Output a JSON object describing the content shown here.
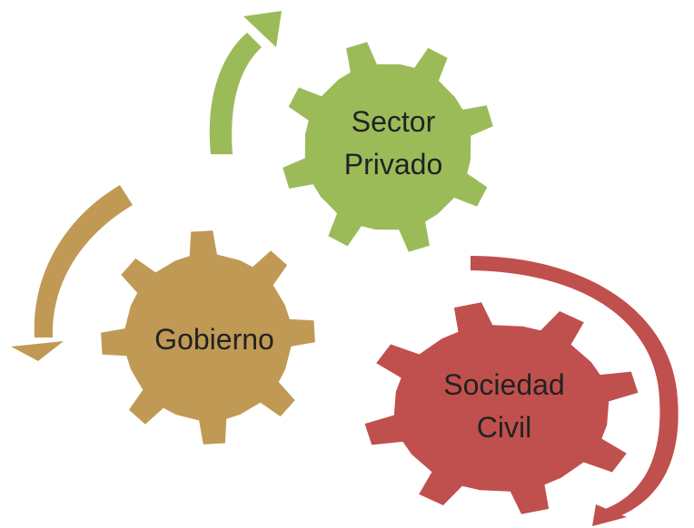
{
  "diagram": {
    "gears": {
      "sector_privado": {
        "lines": [
          "Sector",
          "Privado"
        ],
        "color": "#9BBB59"
      },
      "gobierno": {
        "lines": [
          "Gobierno"
        ],
        "color": "#C09A55"
      },
      "sociedad_civil": {
        "lines": [
          "Sociedad",
          "Civil"
        ],
        "color": "#C0504D"
      }
    },
    "arrows": {
      "green": {
        "color": "#9BBB59"
      },
      "tan": {
        "color": "#C09A55"
      },
      "red": {
        "color": "#C0504D"
      }
    }
  }
}
